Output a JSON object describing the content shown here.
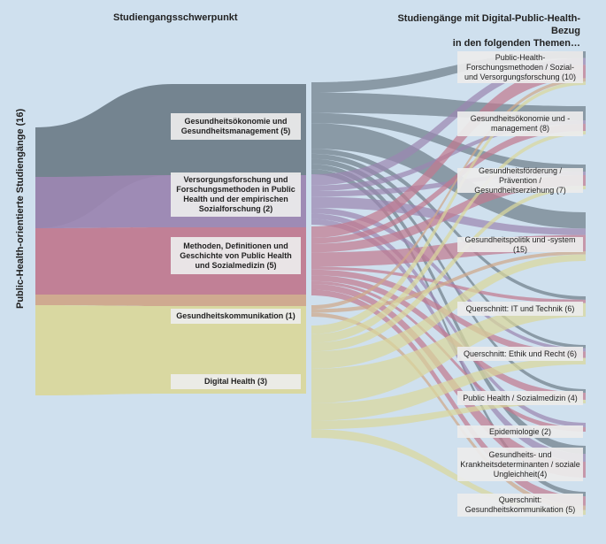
{
  "header": {
    "left_title": "Studiengangsschwerpunkt",
    "right_title_line1": "Studiengänge  mit Digital-Public-Health-Bezug",
    "right_title_line2": "in den folgenden Themen…",
    "vertical_title": "Public-Health-orientierte Studiengänge (16)"
  },
  "colors": {
    "background": "#cfe0ee",
    "management": "#6f7e8a",
    "research": "#9b86b1",
    "methods": "#c07a90",
    "communication": "#cfa78a",
    "digital": "#d9d79c"
  },
  "chart_data": {
    "type": "sankey",
    "nodes_left": [
      {
        "id": "management",
        "label": "Gesundheitsökonomie und Gesundheitsmanagement (5)",
        "value": 5
      },
      {
        "id": "research",
        "label": "Versorgungsforschung und Forschungsmethoden in Public Health und der empirischen Sozialforschung (2)",
        "value": 2
      },
      {
        "id": "methods",
        "label": "Methoden, Definitionen und Geschichte von Public Health und Sozialmedizin (5)",
        "value": 5
      },
      {
        "id": "communication",
        "label": "Gesundheitskommunikation (1)",
        "value": 1
      },
      {
        "id": "digital",
        "label": "Digital Health (3)",
        "value": 3
      }
    ],
    "nodes_right": [
      {
        "id": "r1",
        "label": "Public-Health-Forschungsmethoden / Sozial- und Versorgungsforschung (10)",
        "value": 10
      },
      {
        "id": "r2",
        "label": "Gesundheitsökonomie und -management  (8)",
        "value": 8
      },
      {
        "id": "r3",
        "label": "Gesundheitsförderung / Prävention / Gesundheitserziehung (7)",
        "value": 7
      },
      {
        "id": "r4",
        "label": "Gesundheitspolitik und -system (15)",
        "value": 15
      },
      {
        "id": "r5",
        "label": "Querschnitt: IT und Technik (6)",
        "value": 6
      },
      {
        "id": "r6",
        "label": "Querschnitt: Ethik und Recht (6)",
        "value": 6
      },
      {
        "id": "r7",
        "label": "Public Health / Sozialmedizin (4)",
        "value": 4
      },
      {
        "id": "r8",
        "label": "Epidemiologie (2)",
        "value": 2
      },
      {
        "id": "r9",
        "label": "Gesundheits- und Krankheitsdeterminanten / soziale Ungleichheit(4)",
        "value": 4
      },
      {
        "id": "r10",
        "label": "Querschnitt: Gesundheitskommunikation (5)",
        "value": 5
      }
    ],
    "links": [
      {
        "source": "management",
        "target": "r1",
        "value": 2
      },
      {
        "source": "management",
        "target": "r2",
        "value": 4
      },
      {
        "source": "management",
        "target": "r3",
        "value": 2
      },
      {
        "source": "management",
        "target": "r4",
        "value": 5
      },
      {
        "source": "management",
        "target": "r5",
        "value": 1
      },
      {
        "source": "management",
        "target": "r6",
        "value": 1
      },
      {
        "source": "management",
        "target": "r7",
        "value": 1
      },
      {
        "source": "management",
        "target": "r9",
        "value": 1
      },
      {
        "source": "management",
        "target": "r10",
        "value": 1
      },
      {
        "source": "research",
        "target": "r1",
        "value": 2
      },
      {
        "source": "research",
        "target": "r2",
        "value": 1
      },
      {
        "source": "research",
        "target": "r3",
        "value": 1
      },
      {
        "source": "research",
        "target": "r4",
        "value": 2
      },
      {
        "source": "research",
        "target": "r6",
        "value": 1
      },
      {
        "source": "research",
        "target": "r8",
        "value": 1
      },
      {
        "source": "research",
        "target": "r9",
        "value": 1
      },
      {
        "source": "methods",
        "target": "r1",
        "value": 4
      },
      {
        "source": "methods",
        "target": "r2",
        "value": 2
      },
      {
        "source": "methods",
        "target": "r3",
        "value": 3
      },
      {
        "source": "methods",
        "target": "r4",
        "value": 5
      },
      {
        "source": "methods",
        "target": "r5",
        "value": 1
      },
      {
        "source": "methods",
        "target": "r6",
        "value": 2
      },
      {
        "source": "methods",
        "target": "r7",
        "value": 2
      },
      {
        "source": "methods",
        "target": "r8",
        "value": 1
      },
      {
        "source": "methods",
        "target": "r9",
        "value": 2
      },
      {
        "source": "methods",
        "target": "r10",
        "value": 2
      },
      {
        "source": "communication",
        "target": "r1",
        "value": 1
      },
      {
        "source": "communication",
        "target": "r4",
        "value": 1
      },
      {
        "source": "communication",
        "target": "r10",
        "value": 1
      },
      {
        "source": "digital",
        "target": "r1",
        "value": 1
      },
      {
        "source": "digital",
        "target": "r2",
        "value": 1
      },
      {
        "source": "digital",
        "target": "r3",
        "value": 1
      },
      {
        "source": "digital",
        "target": "r4",
        "value": 2
      },
      {
        "source": "digital",
        "target": "r5",
        "value": 4
      },
      {
        "source": "digital",
        "target": "r6",
        "value": 2
      },
      {
        "source": "digital",
        "target": "r7",
        "value": 1
      },
      {
        "source": "digital",
        "target": "r10",
        "value": 1
      }
    ]
  }
}
